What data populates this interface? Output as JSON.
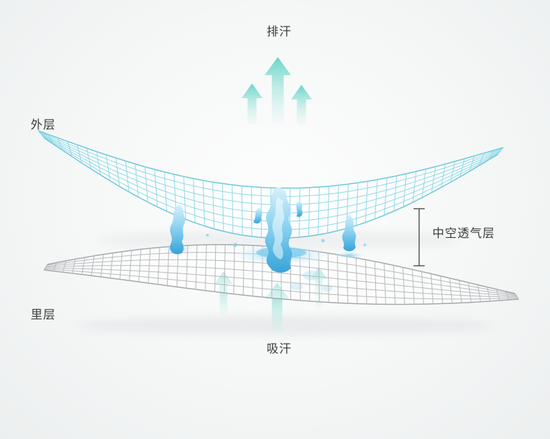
{
  "labels": {
    "expel": "排汗",
    "outer": "外层",
    "gap": "中空透气层",
    "inner": "里层",
    "absorb": "吸汗"
  },
  "colors": {
    "text": "#3a3a3a",
    "bracket": "#4a4a4a",
    "outer_mesh": "#8ed8e5",
    "outer_mesh_edge": "#6ac7da",
    "inner_mesh": "#b6b8ba",
    "inner_mesh_edge": "#a4a7a9",
    "arrow_teal": "#55d0c2",
    "arrow_teal_light": "#c9f0ea",
    "water_light": "#d6f0fb",
    "water_mid": "#7fcdee",
    "water_deep": "#2f9fd8",
    "background_center": "#fdfdfd",
    "background_edge": "#ecefef"
  },
  "icons": {
    "expel_arrows": "up-arrow-icon",
    "absorb_arrows": "up-arrow-icon"
  }
}
